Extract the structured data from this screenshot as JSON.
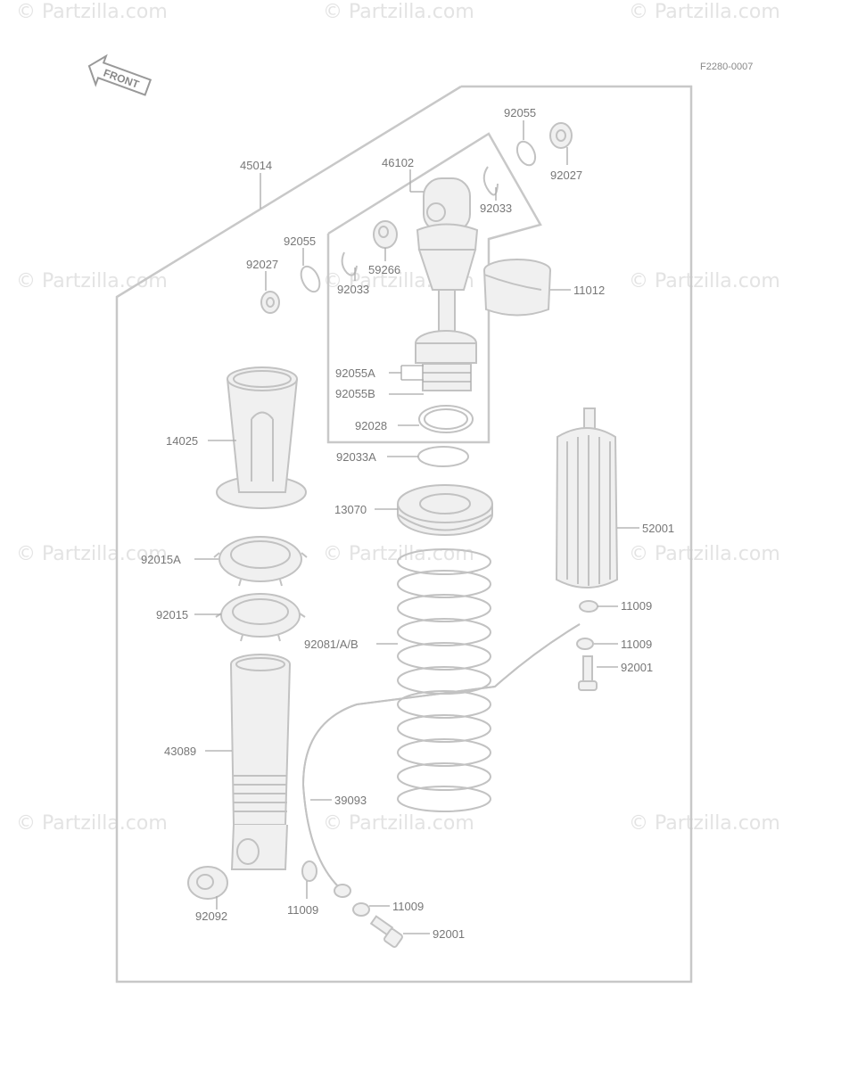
{
  "figure_id": "F2280-0007",
  "front_label": "FRONT",
  "watermark": "© Partzilla.com",
  "labels": {
    "p45014": "45014",
    "p46102": "46102",
    "p92055_top": "92055",
    "p92027_top": "92027",
    "p92033_top": "92033",
    "p92055_left": "92055",
    "p92027_left": "92027",
    "p59266": "59266",
    "p92033_mid": "92033",
    "p11012": "11012",
    "p92055A": "92055A",
    "p92055B": "92055B",
    "p92028": "92028",
    "p14025": "14025",
    "p92033A": "92033A",
    "p13070": "13070",
    "p52001": "52001",
    "p92015A": "92015A",
    "p11009_a": "11009",
    "p92015": "92015",
    "p92081": "92081/A/B",
    "p11009_b": "11009",
    "p92001_a": "92001",
    "p43089": "43089",
    "p39093": "39093",
    "p92092": "92092",
    "p11009_c": "11009",
    "p11009_d": "11009",
    "p92001_b": "92001"
  }
}
